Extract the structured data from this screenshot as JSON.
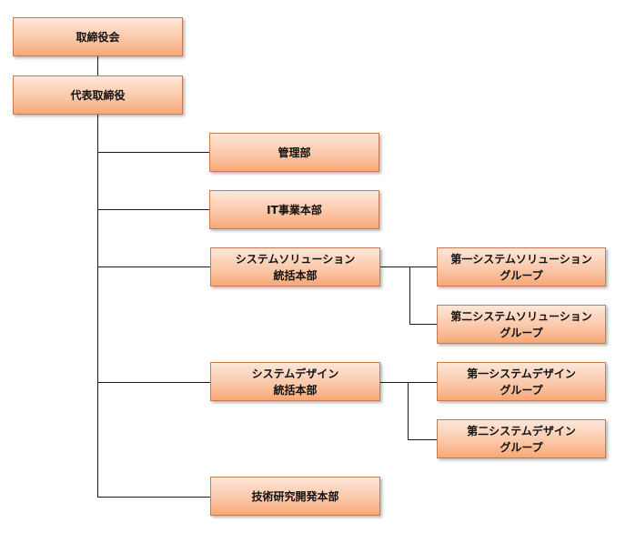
{
  "org_chart": {
    "board": "取締役会",
    "ceo": "代表取締役",
    "divisions": {
      "admin": "管理部",
      "it": "IT事業本部",
      "solution": "システムソリューション\n統括本部",
      "design": "システムデザイン\n統括本部",
      "rnd": "技術研究開発本部"
    },
    "groups": {
      "solution_1": "第一システムソリューション\nグループ",
      "solution_2": "第二システムソリューション\nグループ",
      "design_1": "第一システムデザイン\nグループ",
      "design_2": "第二システムデザイン\nグループ"
    }
  },
  "colors": {
    "box_top": "#fde7d9",
    "box_bottom": "#f7a877",
    "box_border": "#c77a4d",
    "connector": "#1a1a1a"
  }
}
